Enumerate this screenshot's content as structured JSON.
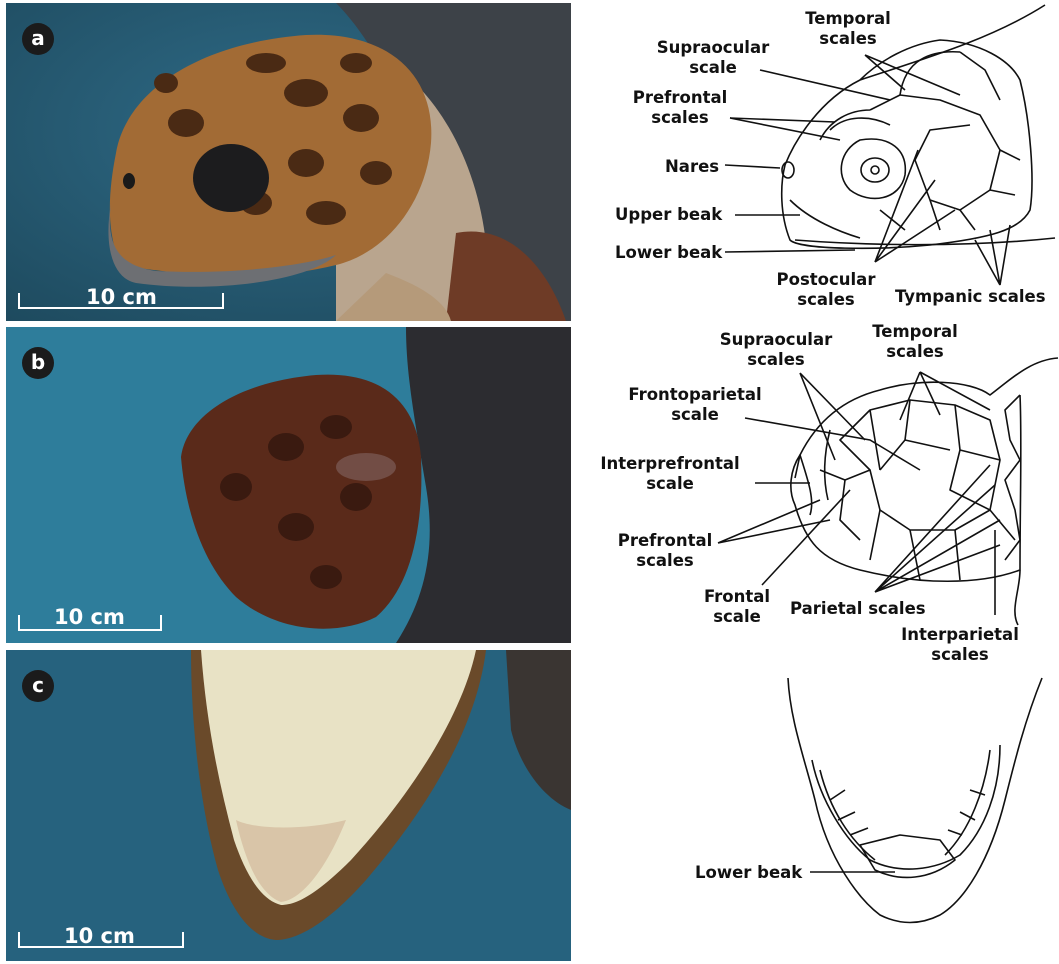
{
  "panels": [
    {
      "letter": "a",
      "scale": "10 cm"
    },
    {
      "letter": "b",
      "scale": "10 cm"
    },
    {
      "letter": "c",
      "scale": "10 cm"
    }
  ],
  "diagram_a": {
    "temporal": [
      "Temporal",
      "scales"
    ],
    "supraocular": [
      "Supraocular",
      "scale"
    ],
    "prefrontal": [
      "Prefrontal",
      "scales"
    ],
    "nares": "Nares",
    "upper_beak": "Upper beak",
    "lower_beak": "Lower beak",
    "postocular": [
      "Postocular",
      "scales"
    ],
    "tympanic": "Tympanic scales"
  },
  "diagram_b": {
    "supraocular": [
      "Supraocular",
      "scales"
    ],
    "temporal": [
      "Temporal",
      "scales"
    ],
    "frontoparietal": [
      "Frontoparietal",
      "scale"
    ],
    "interprefrontal": [
      "Interprefrontal",
      "scale"
    ],
    "prefrontal": [
      "Prefrontal",
      "scales"
    ],
    "frontal": [
      "Frontal",
      "scale"
    ],
    "parietal": "Parietal scales",
    "interparietal": [
      "Interparietal",
      "scales"
    ]
  },
  "diagram_c": {
    "lower_beak": "Lower beak"
  }
}
